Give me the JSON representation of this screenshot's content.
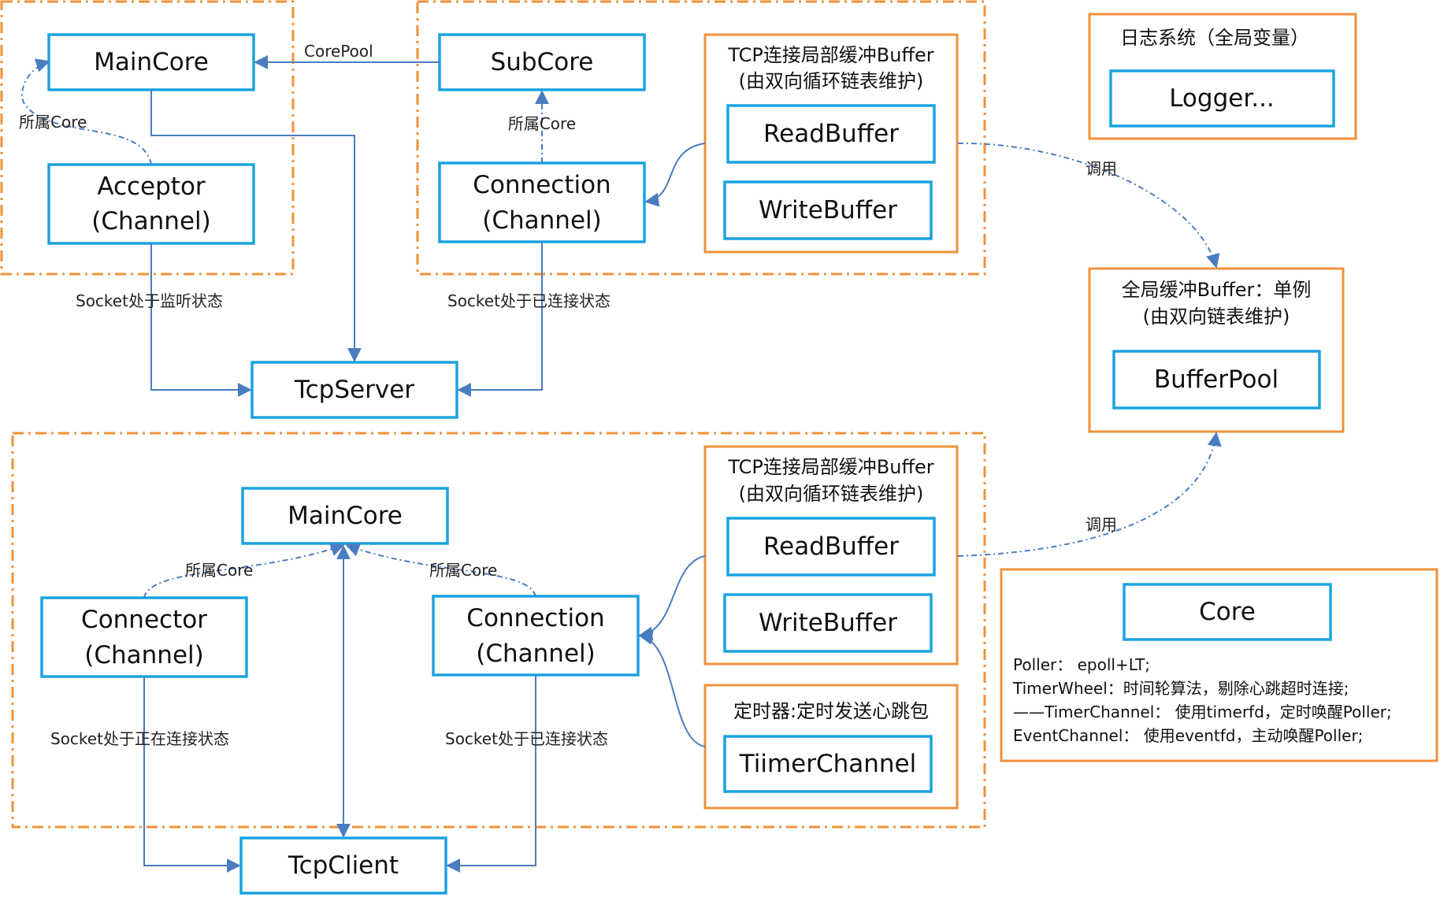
{
  "colors": {
    "component_border": "#1aa3e0",
    "group_border": "#f0913a",
    "arrow": "#4a7cc0"
  },
  "server": {
    "maincore_group": {
      "maincore": "MainCore",
      "acceptor_line1": "Acceptor",
      "acceptor_line2": "(Channel)",
      "owned_label": "所属Core"
    },
    "corepool_label": "CorePool",
    "subcore_group": {
      "subcore": "SubCore",
      "owned_label": "所属Core",
      "connection_line1": "Connection",
      "connection_line2": "(Channel)",
      "buffer_group": {
        "title_line1": "TCP连接局部缓冲Buffer",
        "title_line2": "(由双向循环链表维护)",
        "read": "ReadBuffer",
        "write": "WriteBuffer"
      }
    },
    "listen_label": "Socket处于监听状态",
    "connected_label": "Socket处于已连接状态",
    "tcpserver": "TcpServer"
  },
  "logger_group": {
    "title": "日志系统（全局变量）",
    "logger": "Logger..."
  },
  "bufferpool_group": {
    "title_line1": "全局缓冲Buffer：单例",
    "title_line2": "(由双向链表维护)",
    "bufferpool": "BufferPool"
  },
  "call_label_top": "调用",
  "call_label_bottom": "调用",
  "client": {
    "maincore": "MainCore",
    "owned_label_left": "所属Core",
    "owned_label_right": "所属Core",
    "connector_line1": "Connector",
    "connector_line2": "(Channel)",
    "connection_line1": "Connection",
    "connection_line2": "(Channel)",
    "buffer_group": {
      "title_line1": "TCP连接局部缓冲Buffer",
      "title_line2": "(由双向循环链表维护)",
      "read": "ReadBuffer",
      "write": "WriteBuffer"
    },
    "timer_group": {
      "title": "定时器:定时发送心跳包",
      "timerchannel": "TiimerChannel"
    },
    "connecting_label": "Socket处于正在连接状态",
    "connected_label": "Socket处于已连接状态",
    "tcpclient": "TcpClient"
  },
  "core_group": {
    "core": "Core",
    "desc": [
      "Poller：  epoll+LT;",
      "TimerWheel：时间轮算法，剔除心跳超时连接;",
      "——TimerChannel：  使用timerfd，定时唤醒Poller;",
      "EventChannel：  使用eventfd，主动唤醒Poller;"
    ]
  }
}
